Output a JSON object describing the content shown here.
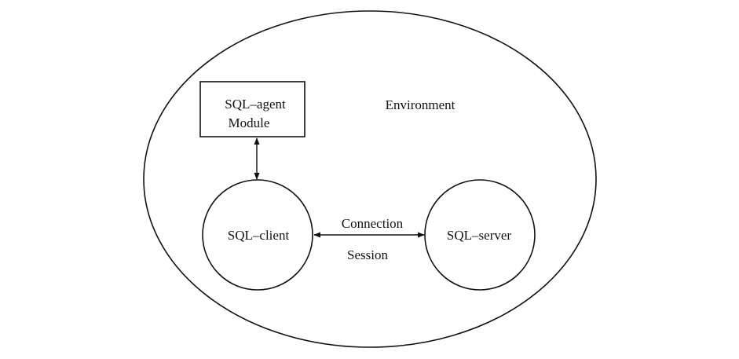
{
  "diagram": {
    "environment_label": "Environment",
    "agent_module": {
      "line1": "SQL–agent",
      "line2": "Module"
    },
    "client_label": "SQL–client",
    "server_label": "SQL–server",
    "link_top_label": "Connection",
    "link_bottom_label": "Session",
    "stroke_color": "#111111",
    "background_color": "#ffffff"
  }
}
